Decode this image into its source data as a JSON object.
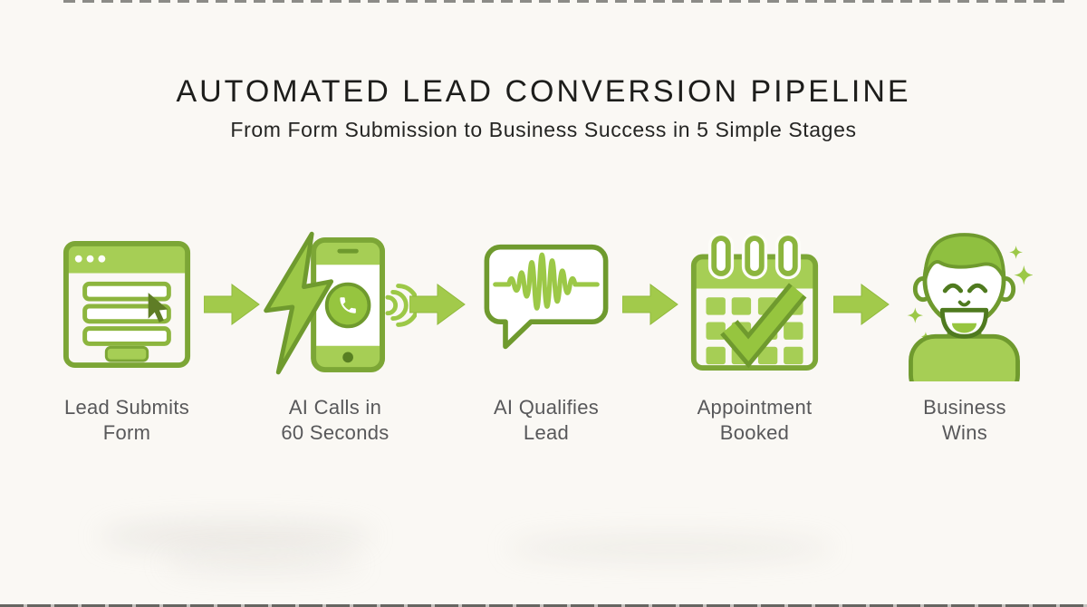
{
  "page": {
    "title": "AUTOMATED LEAD CONVERSION PIPELINE",
    "subtitle": "From Form Submission to Business Success in 5 Simple Stages"
  },
  "colors": {
    "background": "#faf8f4",
    "green_fill_light": "#a6ce55",
    "green_fill_bright": "#9cc847",
    "green_outline": "#7ca636",
    "green_outline_dark": "#6f9a2e",
    "title_text": "#1d1d1b",
    "label_text": "#58585a"
  },
  "pipeline": {
    "stage_count": 5,
    "connector_icon": "right-arrow-icon",
    "stages": [
      {
        "icon": "form-submit-icon",
        "label_line1": "Lead Submits",
        "label_line2": "Form"
      },
      {
        "icon": "lightning-phone-call-icon",
        "label_line1": "AI Calls in",
        "label_line2": "60 Seconds"
      },
      {
        "icon": "speech-bubble-waveform-icon",
        "label_line1": "AI Qualifies",
        "label_line2": "Lead"
      },
      {
        "icon": "calendar-check-icon",
        "label_line1": "Appointment",
        "label_line2": "Booked"
      },
      {
        "icon": "happy-person-icon",
        "label_line1": "Business",
        "label_line2": "Wins"
      }
    ]
  }
}
